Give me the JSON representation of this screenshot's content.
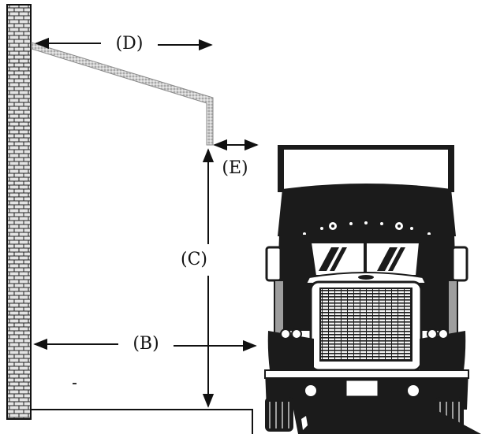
{
  "labels": {
    "d": "(D)",
    "e": "(E)",
    "c": "(C)",
    "b": "(B)"
  },
  "colors": {
    "ink": "#111111",
    "truck_body": "#1b1b1b",
    "truck_highlight": "#9e9e9e",
    "awning": "#c9c9c9",
    "brick": "#d8d8d8"
  },
  "icons": {
    "wall": "brick-wall-icon",
    "canopy": "awning-icon",
    "truck": "semi-truck-icon"
  }
}
